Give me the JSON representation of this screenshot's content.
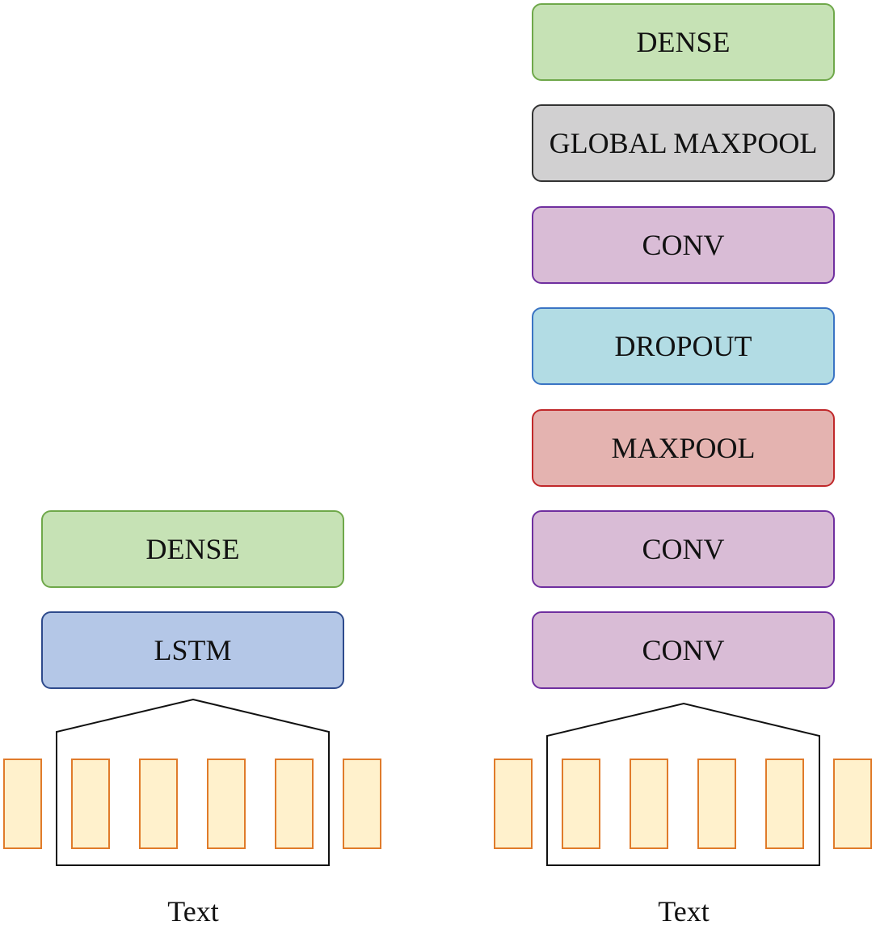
{
  "colors": {
    "dense_fill": "#c6e2b5",
    "dense_border": "#6fa84a",
    "lstm_fill": "#b4c7e7",
    "lstm_border": "#2e4a8c",
    "conv_fill": "#d9bcd6",
    "conv_border": "#6f2f9f",
    "dropout_fill": "#b2dce4",
    "dropout_border": "#3a74c4",
    "maxpool_fill": "#e4b3b0",
    "maxpool_border": "#c0282a",
    "global_maxpool_fill": "#d1d0d1",
    "global_maxpool_border": "#333333",
    "token_fill": "#fff1cc",
    "token_border": "#e07b2a",
    "window_stroke": "#111111"
  },
  "lstm_model": {
    "layers_top_to_bottom": [
      {
        "label": "DENSE",
        "kind": "dense"
      },
      {
        "label": "LSTM",
        "kind": "lstm"
      }
    ],
    "input_label": "Text"
  },
  "cnn_model": {
    "layers_top_to_bottom": [
      {
        "label": "DENSE",
        "kind": "dense"
      },
      {
        "label": "GLOBAL MAXPOOL",
        "kind": "global_maxpool"
      },
      {
        "label": "CONV",
        "kind": "conv"
      },
      {
        "label": "DROPOUT",
        "kind": "dropout"
      },
      {
        "label": "MAXPOOL",
        "kind": "maxpool"
      },
      {
        "label": "CONV",
        "kind": "conv"
      },
      {
        "label": "CONV",
        "kind": "conv"
      }
    ],
    "input_label": "Text"
  }
}
